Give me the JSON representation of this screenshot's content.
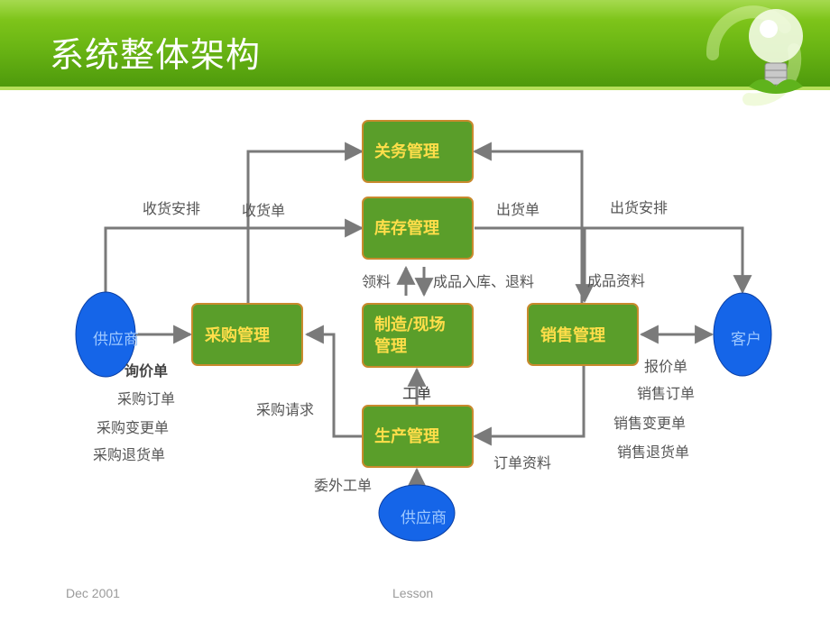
{
  "title": "系统整体架构",
  "modules": {
    "guanwu": "关务管理",
    "kucun": "库存管理",
    "caigou": "采购管理",
    "zhizao_line1": "制造/现场",
    "zhizao_line2": "管理",
    "xiaoshou": "销售管理",
    "shengchan": "生产管理"
  },
  "entities": {
    "supplier_left": "供应商",
    "customer": "客户",
    "supplier_bottom": "供应商"
  },
  "labels": {
    "shouhuo_anpai": "收货安排",
    "shouhuodan": "收货单",
    "chuhuodan": "出货单",
    "chuhuo_anpai": "出货安排",
    "lingliao": "领料",
    "chengpin_ruku": "成品入库、退料",
    "chengpin_ziliao": "成品资料",
    "xunjiadan": "询价单",
    "caigou_dingdan": "采购订单",
    "caigou_biangeng": "采购变更单",
    "caigou_tuihuo": "采购退货单",
    "caigou_qingqiu": "采购请求",
    "gongdan": "工单",
    "dingdan_ziliao": "订单资料",
    "weiwai_gongdan": "委外工单",
    "baojiadan": "报价单",
    "xiaoshou_dingdan": "销售订单",
    "xiaoshou_biangeng": "销售变更单",
    "xiaoshou_tuihuo": "销售退货单"
  },
  "footer": {
    "date": "Dec 2001",
    "lesson": "Lesson"
  },
  "colors": {
    "header_green": "#6ab514",
    "module_fill": "#5a9e2a",
    "module_border": "#c98a2e",
    "module_text": "#ffde4a",
    "oval_fill": "#1565e8",
    "arrow": "#7a7a7a"
  }
}
